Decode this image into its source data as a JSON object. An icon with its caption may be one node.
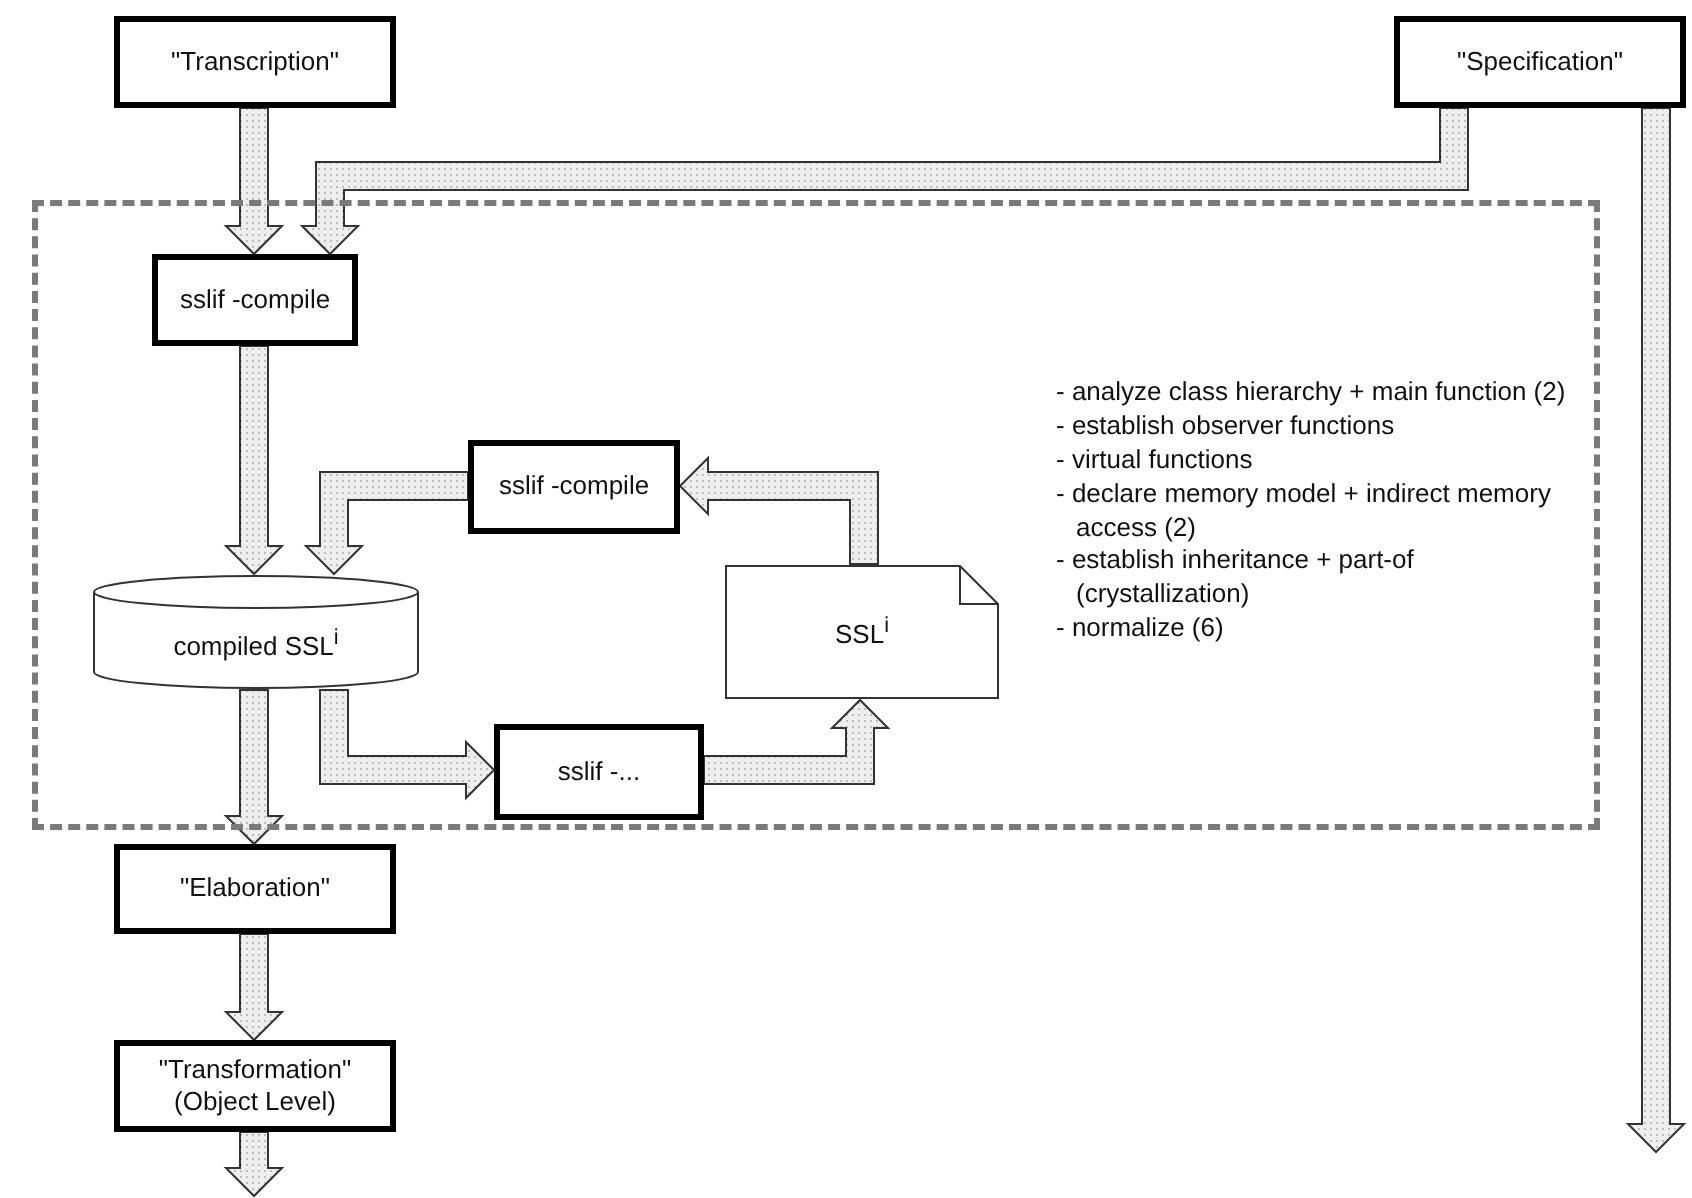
{
  "diagram": {
    "nodes": [
      {
        "text": [
          "\"Transcription\""
        ]
      },
      {
        "text": [
          "\"Specification\""
        ]
      },
      {
        "text": [
          "- analyze class hierarchy + main function (2)",
          "- establish observer functions",
          "- virtual functions",
          "- declare memory model + indirect memory access (2)",
          "- establish inheritance + part-of (crystallization)",
          "- normalize (6)"
        ]
      },
      {
        "text": [
          "sslif -compile"
        ],
        "in": 2
      },
      {
        "text": [
          "compiled SSL$^{i}$"
        ],
        "in": 2
      },
      {
        "text": [
          "sslif -compile"
        ],
        "in": 2
      },
      {
        "text": [
          "SSL$^{i}$"
        ],
        "in": 2
      },
      {
        "text": [
          "sslif -..."
        ],
        "in": 2
      },
      {
        "text": [
          "\"Elaboration\""
        ]
      },
      {
        "text": [
          "\"Transformation\" (Object Level)"
        ]
      }
    ],
    "edges": [
      {
        "from": 0,
        "to": 3,
        "arrow": "to"
      },
      {
        "from": 1,
        "to": 3,
        "arrow": "to"
      },
      {
        "from": 1,
        "to": null,
        "arrow": "to"
      },
      {
        "from": 3,
        "to": 4,
        "arrow": "to"
      },
      {
        "from": 5,
        "to": 4,
        "arrow": "to"
      },
      {
        "from": 6,
        "to": 5,
        "arrow": "to"
      },
      {
        "from": 4,
        "to": 7,
        "arrow": "to"
      },
      {
        "from": 7,
        "to": 6,
        "arrow": "to"
      },
      {
        "from": 4,
        "to": 8,
        "arrow": "to"
      },
      {
        "from": 8,
        "to": 9,
        "arrow": "to"
      },
      {
        "from": 9,
        "to": null,
        "arrow": "to"
      }
    ]
  }
}
